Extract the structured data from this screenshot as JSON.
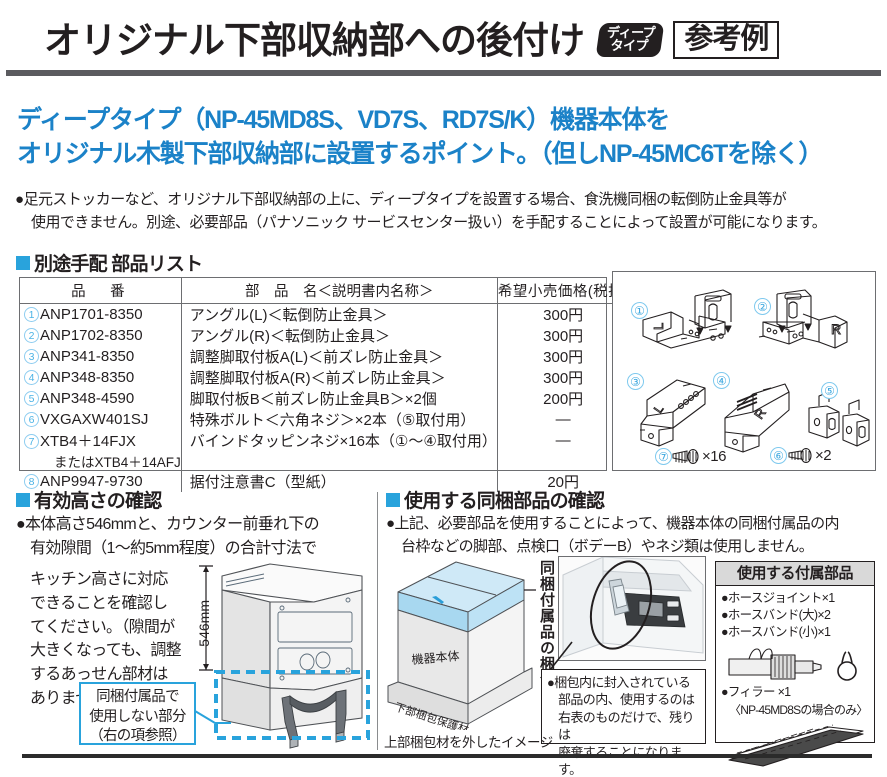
{
  "header": {
    "title": "オリジナル下部収納部への後付け",
    "badge_deep_line1": "ディープ",
    "badge_deep_line2": "タイプ",
    "badge_reference": "参考例"
  },
  "intro": {
    "heading_line1": "ディープタイプ（NP-45MD8S、VD7S、RD7S/K）機器本体を",
    "heading_line2": "オリジナル木製下部収納部に設置するポイント。（但しNP-45MC6Tを除く）",
    "heading_color": "#1b82c8",
    "note_line1": "●足元ストッカーなど、オリジナル下部収納部の上に、ディープタイプを設置する場合、食洗機同梱の転倒防止金具等が",
    "note_line2": "使用できません。別途、必要部品（パナソニック サービスセンター扱い）を手配することによって設置が可能になります。"
  },
  "parts_section": {
    "heading": "別途手配 部品リスト",
    "accent_color": "#29a3dc",
    "columns": [
      "品　番",
      "部　品　名＜説明書内名称＞",
      "希望小売価格(税抜)"
    ],
    "rows": [
      {
        "no": "①",
        "code": "ANP1701-8350",
        "name": "アングル(L)＜転倒防止金具＞",
        "price": "300円"
      },
      {
        "no": "②",
        "code": "ANP1702-8350",
        "name": "アングル(R)＜転倒防止金具＞",
        "price": "300円"
      },
      {
        "no": "③",
        "code": "ANP341-8350",
        "name": "調整脚取付板A(L)＜前ズレ防止金具＞",
        "price": "300円"
      },
      {
        "no": "④",
        "code": "ANP348-8350",
        "name": "調整脚取付板A(R)＜前ズレ防止金具＞",
        "price": "300円"
      },
      {
        "no": "⑤",
        "code": "ANP348-4590",
        "name": "脚取付板B＜前ズレ防止金具B＞×2個",
        "price": "200円"
      },
      {
        "no": "⑥",
        "code": "VXGAXW401SJ",
        "name": "特殊ボルト＜六角ネジ＞×2本（⑤取付用）",
        "price": "—"
      },
      {
        "no": "⑦",
        "code": "XTB4＋14FJX",
        "name": "バインドタッピンネジ×16本（①〜④取付用）",
        "price": "—"
      },
      {
        "no": "",
        "code": "またはXTB4＋14AFJ",
        "name": "",
        "price": ""
      },
      {
        "no": "⑧",
        "code": "ANP9947-9730",
        "name": "据付注意書C（型紙）",
        "price": "20円"
      }
    ]
  },
  "parts_diagram": {
    "labels": [
      "①",
      "②",
      "③",
      "④",
      "⑤",
      "⑥",
      "⑦"
    ],
    "mark_L": "L",
    "mark_R": "R",
    "screw_long_no": "⑦",
    "screw_long_count": "×16",
    "screw_short_no": "⑥",
    "screw_short_count": "×2"
  },
  "height_section": {
    "heading": "有効高さの確認",
    "note_line1": "●本体高さ546mmと、カウンター前垂れ下の",
    "note_line2": "有効隙間（1〜約5mm程度）の合計寸法で",
    "body_lines": [
      "キッチン高さに対応",
      "できることを確認し",
      "てください。（隙間が",
      "大きくなっても、調整",
      "するあっせん部材は",
      "ありません。）"
    ],
    "dimension": "546mm",
    "callout_lines": [
      "同梱付属品で",
      "使用しない部分",
      "（右の項参照）"
    ],
    "callout_color": "#29a3dc"
  },
  "included_section": {
    "heading": "使用する同梱部品の確認",
    "note_line1": "●上記、必要部品を使用することによって、機器本体の同梱付属品の内",
    "note_line2": "台枠などの脚部、点検口（ボデーB）やネジ類は使用しません。",
    "box_label_main": "機器本体",
    "box_label_base": "下部梱包保護材",
    "vertical_label": "同梱付属品の梱包",
    "image_caption": "上部梱包材を外したイメージ",
    "note_box_lines": [
      "●梱包内に封入されている",
      "部品の内、使用するのは",
      "右表のものだけで、残りは",
      "廃棄することになります。"
    ],
    "accessory_table": {
      "title": "使用する付属部品",
      "items": [
        "●ホースジョイント×1",
        "●ホースバンド(大)×2",
        "●ホースバンド(小)×1"
      ],
      "filler": "●フィラー ×1",
      "filler_note": "〈NP-45MD8Sの場合のみ〉"
    }
  }
}
